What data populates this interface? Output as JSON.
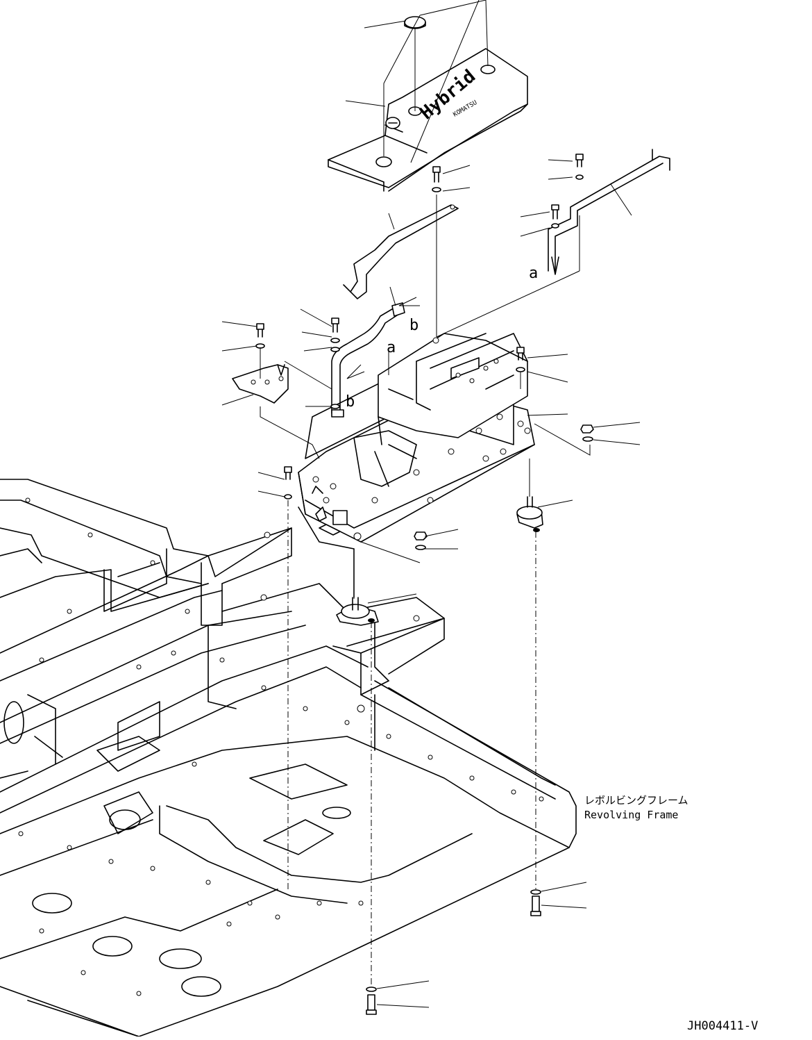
{
  "diagram": {
    "frame_label_jp": "レボルビングフレーム",
    "frame_label_en": "Revolving Frame",
    "ref_a": "a",
    "ref_b": "b",
    "cover_logo": "Hybrid",
    "cover_brand": "KOMATSU",
    "drawing_id": "JH004411-V"
  }
}
